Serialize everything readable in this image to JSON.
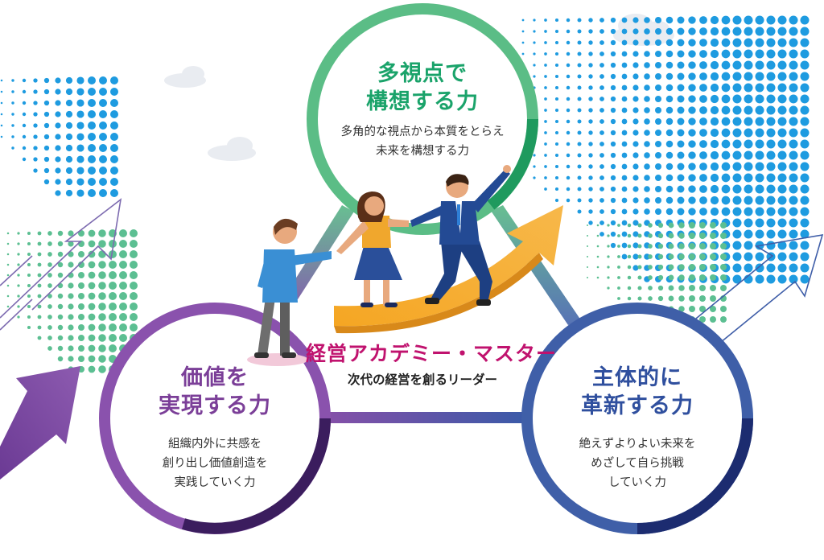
{
  "center": {
    "title": "経営アカデミー・マスター",
    "subtitle": "次代の経営を創るリーダー"
  },
  "circles": {
    "top": {
      "title_line1": "多視点で",
      "title_line2": "構想する力",
      "desc_line1": "多角的な視点から本質をとらえ",
      "desc_line2": "未来を構想する力"
    },
    "left": {
      "title_line1": "価値を",
      "title_line2": "実現する力",
      "desc_line1": "組織内外に共感を",
      "desc_line2": "創り出し価値創造を",
      "desc_line3": "実践していく力"
    },
    "right": {
      "title_line1": "主体的に",
      "title_line2": "革新する力",
      "desc_line1": "絶えずよりよい未来を",
      "desc_line2": "めざして自ら挑戦",
      "desc_line3": "していく力"
    }
  },
  "colors": {
    "green": "#1aa36a",
    "purple": "#7b3f98",
    "blue": "#2f4f9e",
    "magenta": "#c0126e",
    "orange": "#f2a630"
  }
}
